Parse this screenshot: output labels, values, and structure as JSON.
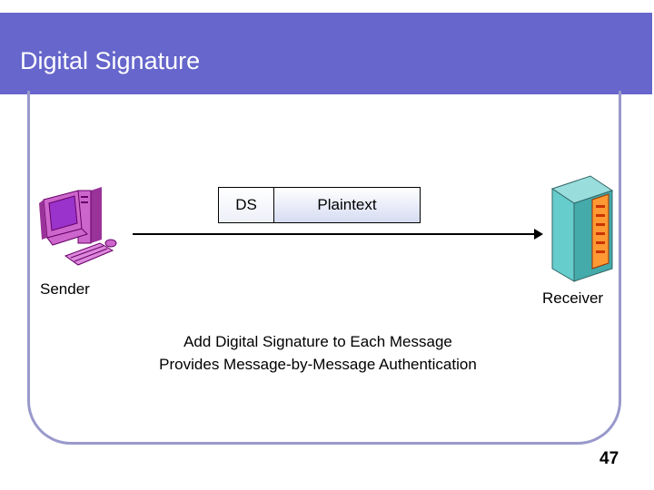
{
  "slide": {
    "title": "Digital Signature",
    "page_number": "47"
  },
  "diagram": {
    "sender_label": "Sender",
    "receiver_label": "Receiver",
    "packet": {
      "ds_label": "DS",
      "plaintext_label": "Plaintext"
    },
    "caption_line1": "Add Digital Signature to Each Message",
    "caption_line2": "Provides Message-by-Message Authentication"
  },
  "colors": {
    "title_bar": "#6666cc",
    "frame": "#9999cc",
    "computer": "#cc66cc",
    "server_body": "#66cccc",
    "server_panel": "#ff9933"
  },
  "icons": {
    "sender": "desktop-computer-icon",
    "receiver": "server-tower-icon"
  }
}
